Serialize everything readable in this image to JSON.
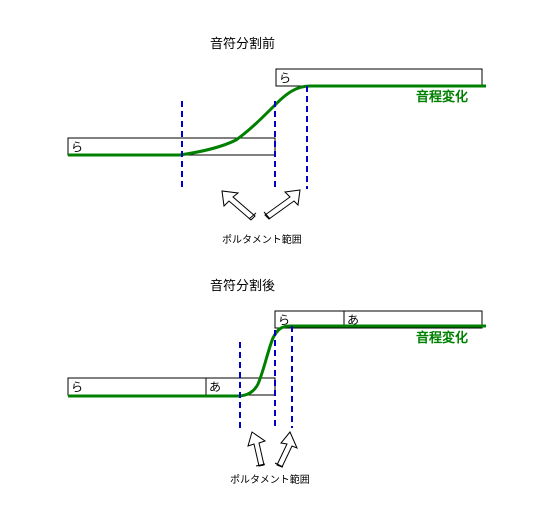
{
  "diagram_top": {
    "title": "音符分割前",
    "note_low": {
      "lyric": "ら"
    },
    "note_high": {
      "lyric": "ら"
    },
    "pitch_label": "音程変化",
    "range_label": "ポルタメント範囲"
  },
  "diagram_bottom": {
    "title": "音符分割後",
    "note_low_a": {
      "lyric": "ら"
    },
    "note_low_b": {
      "lyric": "あ"
    },
    "note_high_a": {
      "lyric": "ら"
    },
    "note_high_b": {
      "lyric": "あ"
    },
    "pitch_label": "音程変化",
    "range_label": "ポルタメント範囲"
  },
  "colors": {
    "pitch_curve": "#008000",
    "range_marker": "#0000c8",
    "note_border": "#000000"
  }
}
